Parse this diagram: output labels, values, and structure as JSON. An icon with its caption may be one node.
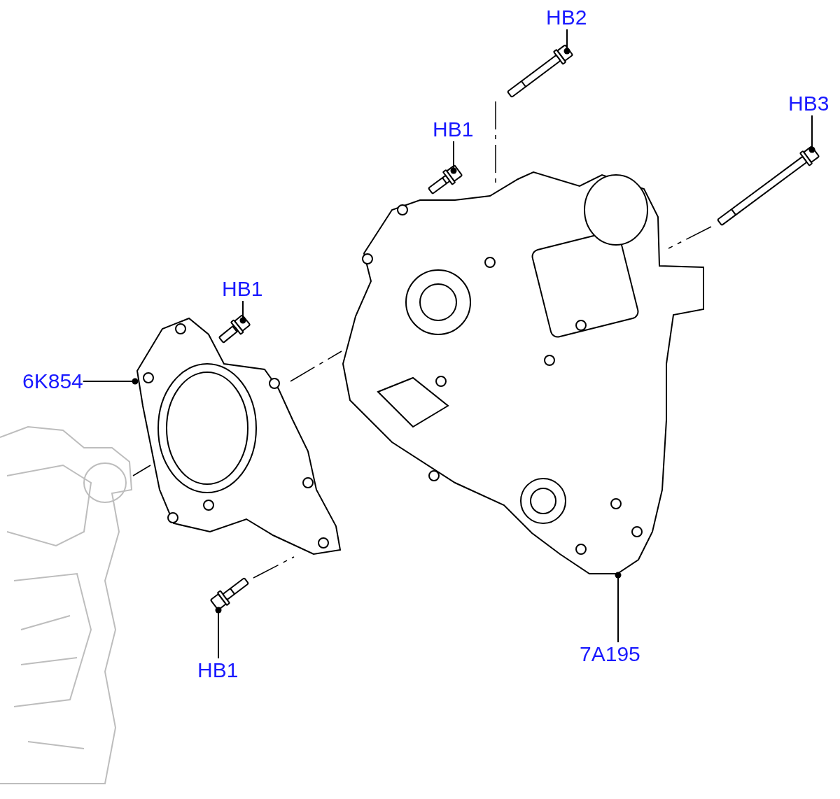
{
  "diagram": {
    "nodes": [
      {
        "text": [
          "HB2"
        ]
      },
      {
        "text": [],
        "shape": "picture"
      },
      {
        "text": [
          "HB1"
        ]
      },
      {
        "text": [],
        "shape": "picture"
      },
      {
        "text": [
          "HB3"
        ]
      },
      {
        "text": [],
        "shape": "picture"
      },
      {
        "text": [
          "HB1"
        ]
      },
      {
        "text": [],
        "shape": "picture"
      },
      {
        "text": [
          "6K854"
        ]
      },
      {
        "text": [],
        "shape": "picture"
      },
      {
        "text": [
          "HB1"
        ]
      },
      {
        "text": [],
        "shape": "picture"
      },
      {
        "text": [
          "7A195"
        ]
      },
      {
        "text": [],
        "shape": "picture"
      }
    ],
    "edges": [
      {
        "from": 0,
        "to": 1,
        "arrow": "other"
      },
      {
        "from": 2,
        "to": 3,
        "arrow": "other"
      },
      {
        "from": 4,
        "to": 5,
        "arrow": "other"
      },
      {
        "from": 6,
        "to": 7,
        "arrow": "other"
      },
      {
        "from": 8,
        "to": 9,
        "arrow": "other"
      },
      {
        "from": 10,
        "to": 11,
        "arrow": "other"
      },
      {
        "from": 12,
        "to": 13,
        "arrow": "other"
      }
    ]
  }
}
